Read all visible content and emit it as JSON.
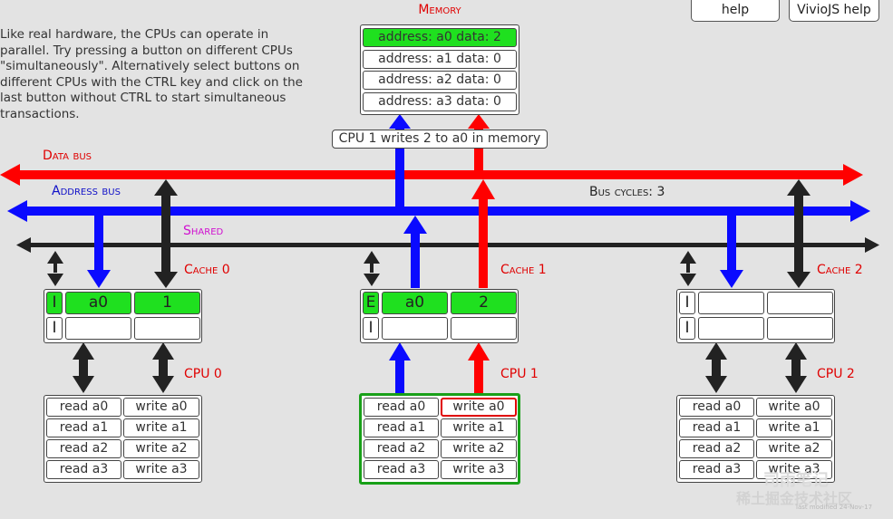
{
  "intro_text": "Like real hardware, the CPUs can operate in parallel. Try pressing a button on different CPUs \"simultaneously\". Alternatively select buttons on different CPUs with the CTRL key and click on the last button without CTRL to start simultaneous transactions.",
  "header_buttons": {
    "help": "help",
    "viviojs_help": "VivioJS help"
  },
  "memory": {
    "title": "Memory",
    "rows": [
      "address: a0 data: 2",
      "address: a1 data: 0",
      "address: a2 data: 0",
      "address: a3 data: 0"
    ],
    "highlighted_row": 0
  },
  "transaction_label": "CPU 1 writes 2 to a0 in memory",
  "buses": {
    "data_bus": "Data bus",
    "address_bus": "Address bus",
    "shared": "Shared",
    "bus_cycles": "Bus cycles: 3"
  },
  "caches": [
    {
      "label": "Cache 0",
      "lines": [
        {
          "state": "I",
          "address": "a0",
          "data": "1",
          "highlight": true
        },
        {
          "state": "I",
          "address": "",
          "data": "",
          "highlight": false
        }
      ]
    },
    {
      "label": "Cache 1",
      "lines": [
        {
          "state": "E",
          "address": "a0",
          "data": "2",
          "highlight": true
        },
        {
          "state": "I",
          "address": "",
          "data": "",
          "highlight": false
        }
      ]
    },
    {
      "label": "Cache 2",
      "lines": [
        {
          "state": "I",
          "address": "",
          "data": "",
          "highlight": false
        },
        {
          "state": "I",
          "address": "",
          "data": "",
          "highlight": false
        }
      ]
    }
  ],
  "cpus": [
    {
      "label": "CPU 0",
      "active": false,
      "buttons": [
        [
          "read a0",
          "write a0"
        ],
        [
          "read a1",
          "write a1"
        ],
        [
          "read a2",
          "write a2"
        ],
        [
          "read a3",
          "write a3"
        ]
      ]
    },
    {
      "label": "CPU 1",
      "active": true,
      "selected_button": "write a0",
      "buttons": [
        [
          "read a0",
          "write a0"
        ],
        [
          "read a1",
          "write a1"
        ],
        [
          "read a2",
          "write a2"
        ],
        [
          "read a3",
          "write a3"
        ]
      ]
    },
    {
      "label": "CPU 2",
      "active": false,
      "buttons": [
        [
          "read a0",
          "write a0"
        ],
        [
          "read a1",
          "write a1"
        ],
        [
          "read a2",
          "write a2"
        ],
        [
          "read a3",
          "write a3"
        ]
      ]
    }
  ],
  "colors": {
    "data_bus": "#ff0000",
    "address_bus": "#0a0aff",
    "shared_bus": "#222222",
    "highlight": "#1fe01f",
    "active_cpu_border": "#18a018",
    "title_red": "#e00000",
    "title_blue": "#1010c8",
    "title_magenta": "#d010d0"
  },
  "watermark": {
    "line1": "稀土掘金技术社区",
    "line2": "last modified 24-Nov-17",
    "badge": "司雨笔记"
  }
}
